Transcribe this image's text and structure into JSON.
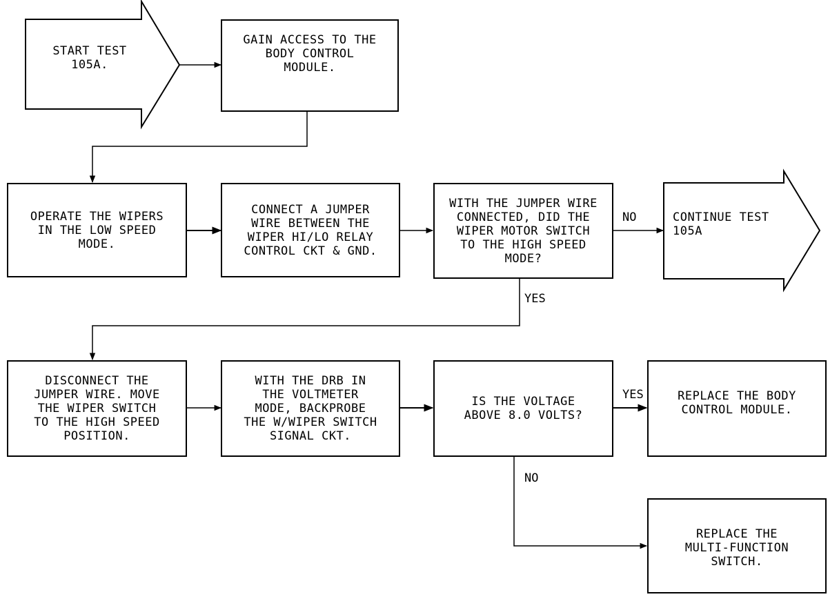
{
  "nodes": {
    "start": "START TEST\n105A.",
    "gain_access": "GAIN ACCESS TO THE\nBODY CONTROL\nMODULE.",
    "operate_wipers": "OPERATE THE WIPERS\nIN THE LOW SPEED\nMODE.",
    "connect_jumper": "CONNECT A JUMPER\nWIRE BETWEEN THE\nWIPER HI/LO RELAY\nCONTROL CKT & GND.",
    "decision_jumper": "WITH THE JUMPER WIRE\nCONNECTED, DID THE\nWIPER MOTOR SWITCH\nTO THE HIGH SPEED\nMODE?",
    "continue_test": "CONTINUE TEST\n105A",
    "disconnect_jumper": "DISCONNECT THE\nJUMPER WIRE. MOVE\nTHE WIPER SWITCH\nTO THE HIGH SPEED\nPOSITION.",
    "drb_voltmeter": "WITH THE DRB IN\nTHE VOLTMETER\nMODE, BACKPROBE\nTHE W/WIPER SWITCH\nSIGNAL CKT.",
    "decision_voltage": "IS THE VOLTAGE\nABOVE 8.0 VOLTS?",
    "replace_bcm": "REPLACE THE BODY\nCONTROL MODULE.",
    "replace_mfs": "REPLACE THE\nMULTI-FUNCTION\nSWITCH."
  },
  "edge_labels": {
    "no_1": "NO",
    "yes_1": "YES",
    "yes_2": "YES",
    "no_2": "NO"
  }
}
